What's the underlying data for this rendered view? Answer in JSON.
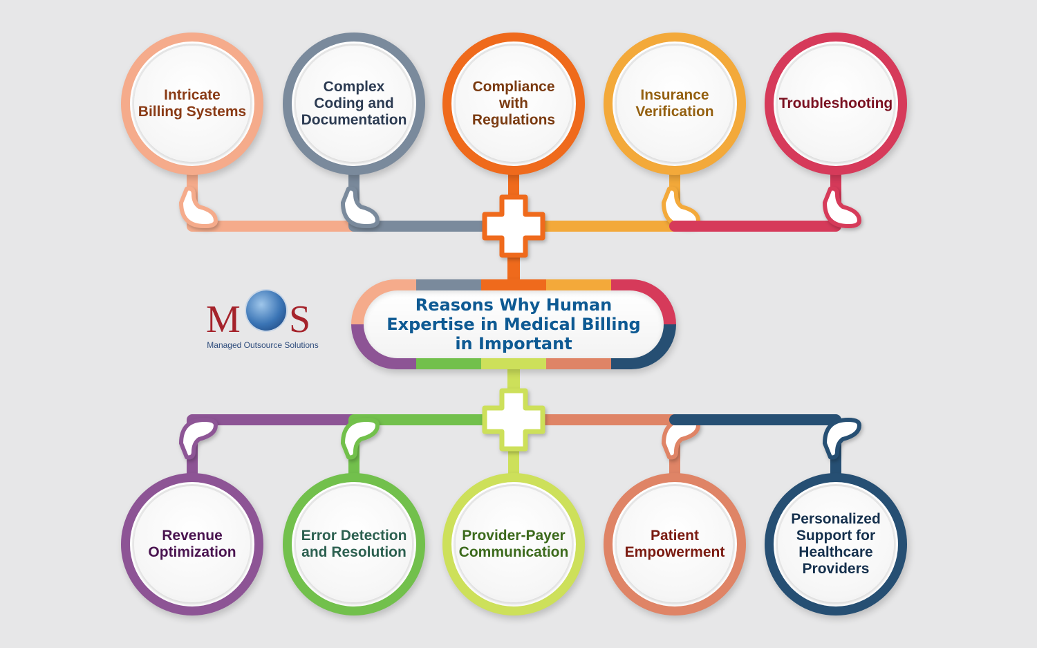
{
  "title": "Reasons Why Human\nExpertise in Medical Billing\nin Important",
  "logo": {
    "letter_m": "M",
    "letter_s": "S",
    "tagline": "Managed Outsource Solutions"
  },
  "top_items": [
    {
      "label": "Intricate\nBilling Systems",
      "ring_color": "#f5ab8b",
      "text_color": "#8a3b16"
    },
    {
      "label": "Complex\nCoding and\nDocumentation",
      "ring_color": "#7a8a9c",
      "text_color": "#2c3b52"
    },
    {
      "label": "Compliance\nwith Regulations",
      "ring_color": "#ef6a1c",
      "text_color": "#7a3a10"
    },
    {
      "label": "Insurance\nVerification",
      "ring_color": "#f3a93a",
      "text_color": "#946010"
    },
    {
      "label": "Troubleshooting",
      "ring_color": "#d63a5a",
      "text_color": "#7a1020"
    }
  ],
  "bottom_items": [
    {
      "label": "Revenue\nOptimization",
      "ring_color": "#8d5495",
      "text_color": "#4a1450"
    },
    {
      "label": "Error Detection\nand Resolution",
      "ring_color": "#72c04c",
      "text_color": "#2c6050"
    },
    {
      "label": "Provider-Payer\nCommunication",
      "ring_color": "#cde05a",
      "text_color": "#3c6a1c"
    },
    {
      "label": "Patient\nEmpowerment",
      "ring_color": "#df8466",
      "text_color": "#7a1a10"
    },
    {
      "label": "Personalized\nSupport for\nHealthcare\nProviders",
      "ring_color": "#264f73",
      "text_color": "#15304d"
    }
  ],
  "hub_colors": {
    "top": "#ef6a1c",
    "bottom": "#cde05a"
  }
}
